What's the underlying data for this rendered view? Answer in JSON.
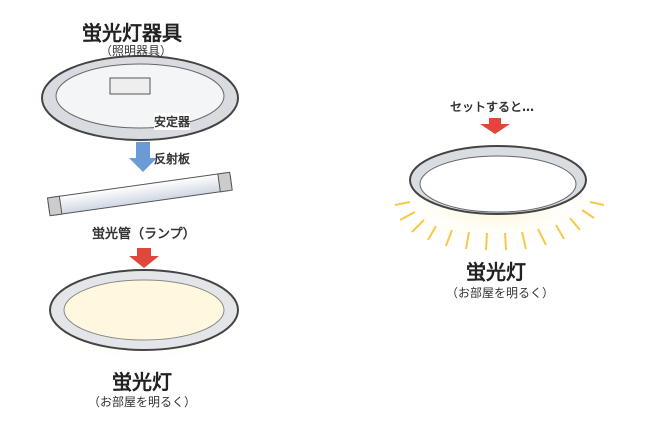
{
  "fixture": {
    "title": "蛍光灯器具",
    "subtitle": "（照明器具）",
    "ballast": "安定器",
    "reflector": "反射板"
  },
  "tube": {
    "label": "蛍光管（ランプ）"
  },
  "result_left": {
    "title": "蛍光灯",
    "subtitle": "（お部屋を明るく）"
  },
  "right": {
    "caption": "セットすると…",
    "title": "蛍光灯",
    "subtitle": "（お部屋を明るく）"
  },
  "colors": {
    "red_arrow": "#e0463c",
    "blue_arrow": "#6b9bd6",
    "glow": "#f7c948"
  }
}
